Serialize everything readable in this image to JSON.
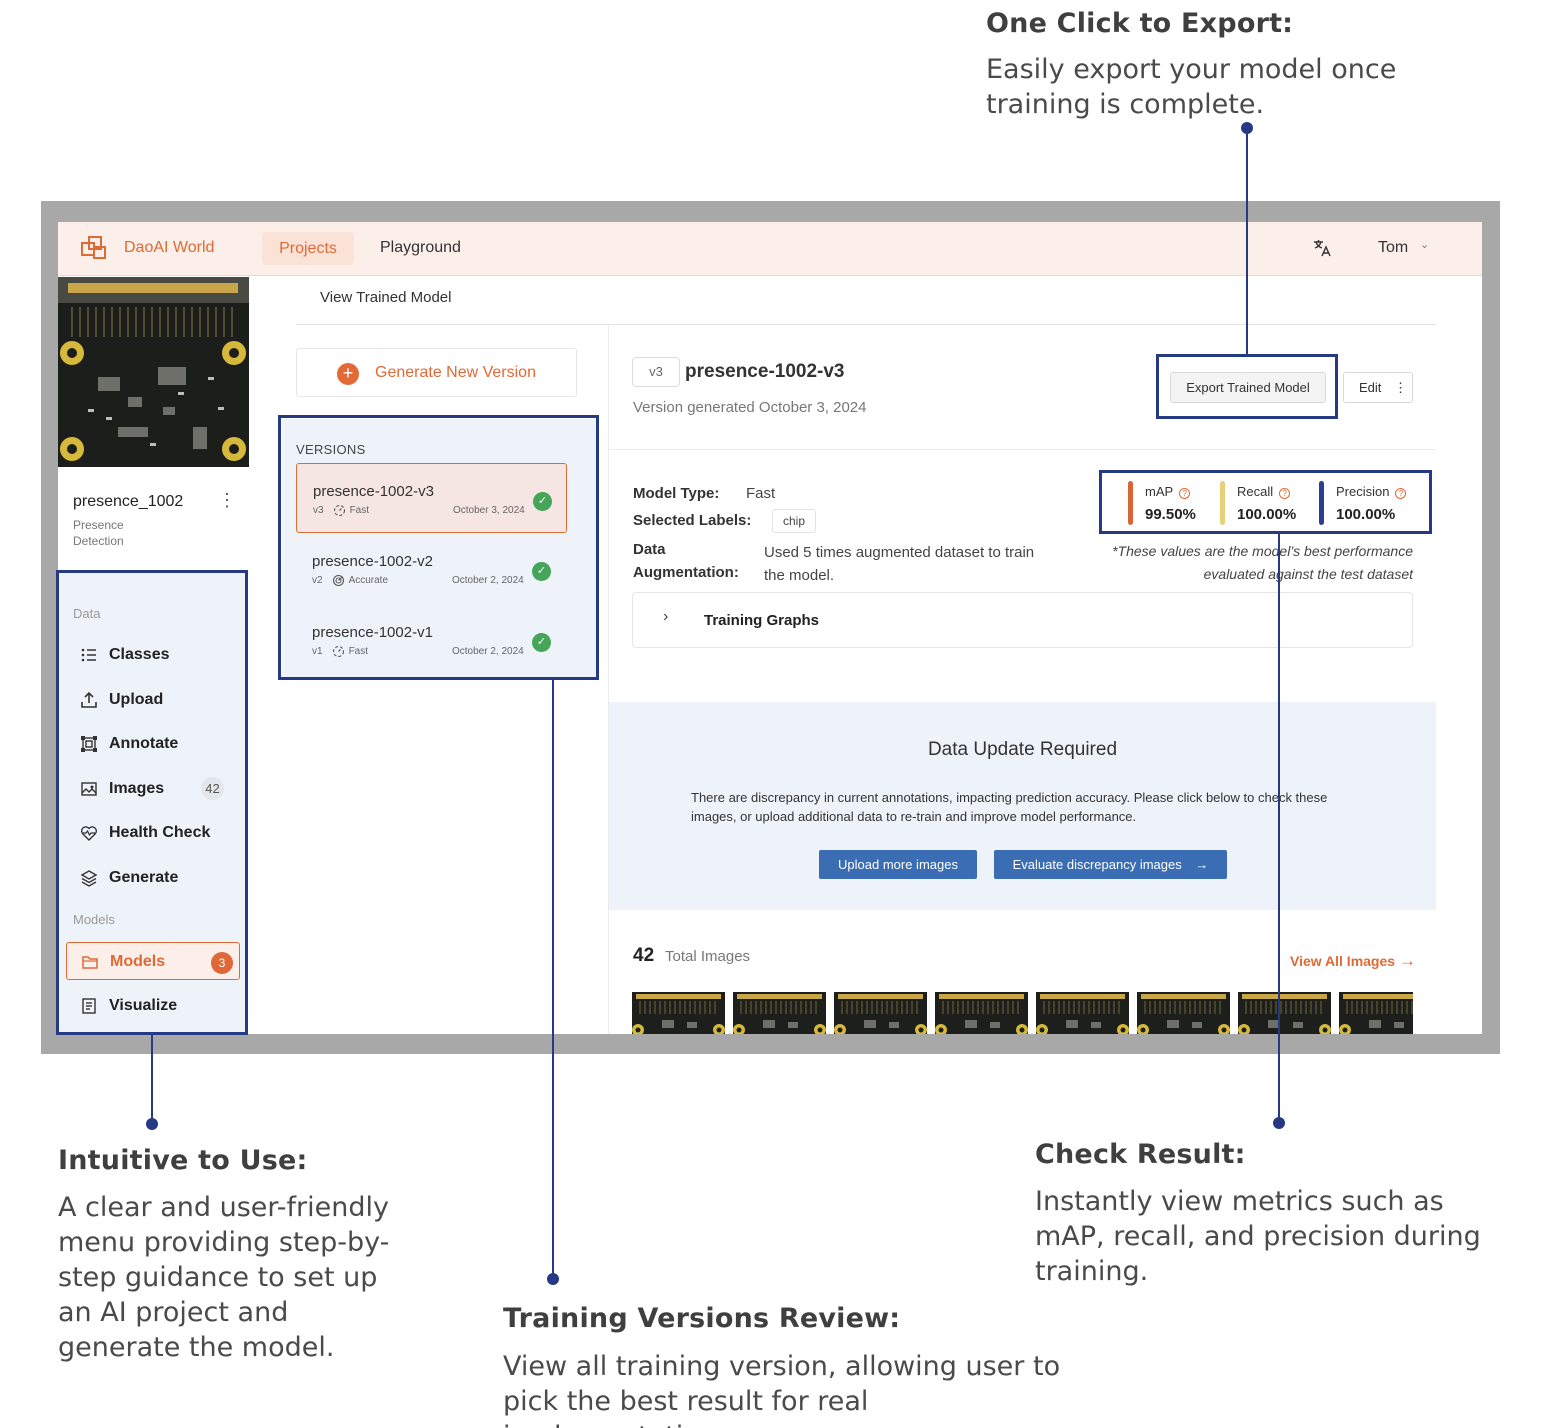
{
  "callouts": {
    "export": {
      "title": "One Click to Export:",
      "body": "Easily export your model once training is complete."
    },
    "intuitive": {
      "title": "Intuitive to Use:",
      "body": "A clear and user-friendly menu providing step-by-step guidance to set up an AI project and generate the model."
    },
    "versions": {
      "title": "Training Versions Review:",
      "body": "View all training version, allowing user to pick the best result for real implementation."
    },
    "result": {
      "title": "Check Result:",
      "body": "Instantly view metrics such as mAP, recall, and precision during training."
    }
  },
  "topbar": {
    "brand": "DaoAI World",
    "nav": {
      "projects": "Projects",
      "playground": "Playground"
    },
    "user": "Tom",
    "translate_icon": "translate-icon"
  },
  "project": {
    "name": "presence_1002",
    "type": "Presence Detection"
  },
  "sidebar": {
    "data_heading": "Data",
    "models_heading": "Models",
    "items": [
      {
        "label": "Classes",
        "icon": "list-icon"
      },
      {
        "label": "Upload",
        "icon": "upload-icon"
      },
      {
        "label": "Annotate",
        "icon": "annotate-icon"
      },
      {
        "label": "Images",
        "icon": "image-icon",
        "count": "42"
      },
      {
        "label": "Health Check",
        "icon": "heart-pulse-icon"
      },
      {
        "label": "Generate",
        "icon": "layers-icon"
      },
      {
        "label": "Models",
        "icon": "folder-icon",
        "count": "3"
      },
      {
        "label": "Visualize",
        "icon": "document-icon"
      }
    ]
  },
  "page": {
    "title": "View Trained Model"
  },
  "generate_button": "Generate New Version",
  "versions": {
    "heading": "VERSIONS",
    "items": [
      {
        "name": "presence-1002-v3",
        "tag": "v3",
        "mode": "Fast",
        "date": "October 3, 2024",
        "selected": true
      },
      {
        "name": "presence-1002-v2",
        "tag": "v2",
        "mode": "Accurate",
        "date": "October 2, 2024",
        "selected": false
      },
      {
        "name": "presence-1002-v1",
        "tag": "v1",
        "mode": "Fast",
        "date": "October 2, 2024",
        "selected": false
      }
    ]
  },
  "detail": {
    "tag": "v3",
    "title": "presence-1002-v3",
    "generated": "Version generated October 3, 2024",
    "export_button": "Export Trained Model",
    "edit_button": "Edit",
    "model_type_label": "Model Type:",
    "model_type": "Fast",
    "labels_label": "Selected Labels:",
    "label_chip": "chip",
    "augmentation_label_1": "Data",
    "augmentation_label_2": "Augmentation:",
    "augmentation": "Used 5 times augmented dataset to train the model.",
    "metrics": [
      {
        "name": "mAP",
        "value": "99.50%",
        "color": "#d9663a"
      },
      {
        "name": "Recall",
        "value": "100.00%",
        "color": "#e8cf79"
      },
      {
        "name": "Precision",
        "value": "100.00%",
        "color": "#2b3f8e"
      }
    ],
    "metrics_note": "*These values are the model’s best performance evaluated against the test dataset",
    "training_graphs": "Training Graphs"
  },
  "update": {
    "title": "Data Update Required",
    "text": "There are discrepancy in current annotations, impacting prediction accuracy. Please click below to check these images, or upload additional data to re-train and improve model performance.",
    "upload_button": "Upload more images",
    "evaluate_button": "Evaluate discrepancy images"
  },
  "images": {
    "total": "42",
    "total_label": "Total Images",
    "view_all": "View All Images"
  },
  "colors": {
    "accent": "#e06a36",
    "highlight": "#263a84",
    "panel": "#eef3fa",
    "button_blue": "#3a6db3"
  }
}
